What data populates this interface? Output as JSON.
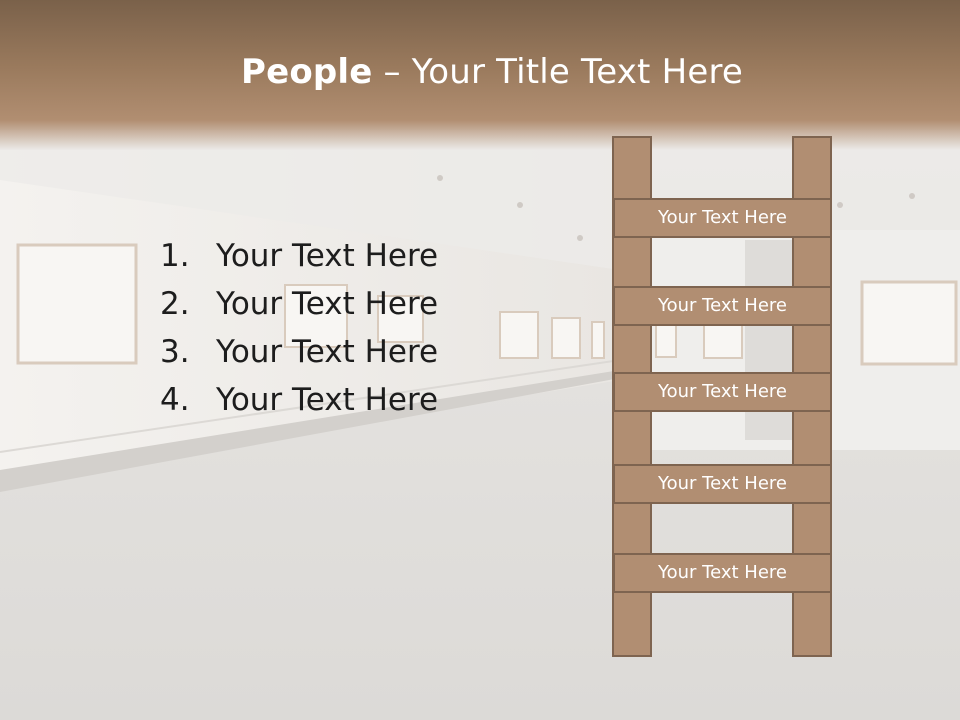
{
  "title": {
    "bold": "People",
    "rest": " – Your Title Text Here"
  },
  "list": [
    {
      "num": "1.",
      "text": "Your Text Here"
    },
    {
      "num": "2.",
      "text": "Your Text Here"
    },
    {
      "num": "3.",
      "text": "Your Text Here"
    },
    {
      "num": "4.",
      "text": "Your Text Here"
    }
  ],
  "ladder": {
    "rungs": [
      "Your Text Here",
      "Your Text Here",
      "Your Text Here",
      "Your Text Here",
      "Your Text Here"
    ]
  },
  "colors": {
    "title_band": "#9a7a5d",
    "ladder_fill": "#b18e72",
    "ladder_border": "#7e6450"
  }
}
